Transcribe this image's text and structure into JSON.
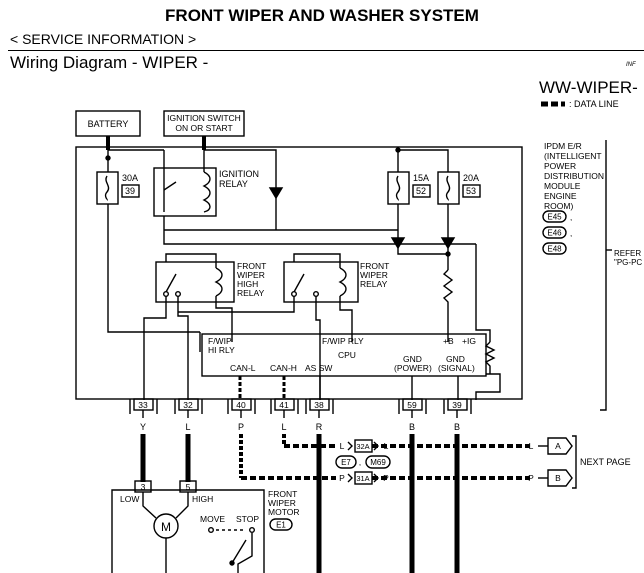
{
  "header": {
    "title": "FRONT WIPER AND WASHER SYSTEM",
    "section": "< SERVICE INFORMATION >",
    "diagram_title": "Wiring Diagram - WIPER -",
    "info_code": "INF",
    "diagram_code": "WW-WIPER-",
    "data_line_label": ": DATA LINE"
  },
  "power": {
    "battery": "BATTERY",
    "ignition_line1": "IGNITION SWITCH",
    "ignition_line2": "ON OR START"
  },
  "fuses": [
    {
      "amp": "30A",
      "num": "39"
    },
    {
      "amp": "15A",
      "num": "52"
    },
    {
      "amp": "20A",
      "num": "53"
    }
  ],
  "relays": {
    "ignition": [
      "IGNITION",
      "RELAY"
    ],
    "high": [
      "FRONT",
      "WIPER",
      "HIGH",
      "RELAY"
    ],
    "wiper": [
      "FRONT",
      "WIPER",
      "RELAY"
    ]
  },
  "ipdm": {
    "lines": [
      "IPDM E/R",
      "(INTELLIGENT",
      "POWER",
      "DISTRIBUTION",
      "MODULE",
      "ENGINE",
      "ROOM)"
    ],
    "connectors": [
      "E45",
      "E46",
      "E48"
    ],
    "separator": ","
  },
  "refer": [
    "REFER",
    "\"PG-PC"
  ],
  "cpu": {
    "fwip_hi_1": "F/WIP",
    "fwip_hi_2": "HI RLY",
    "fwip_rly": "F/WIP RLY",
    "cpu": "CPU",
    "plus_b": "+B",
    "plus_ig": "+IG",
    "can_l": "CAN-L",
    "can_h": "CAN-H",
    "as_sw": "AS SW",
    "gnd1": "GND",
    "gnd1_sub": "(POWER)",
    "gnd2": "GND",
    "gnd2_sub": "(SIGNAL)"
  },
  "terminals": [
    "33",
    "32",
    "40",
    "41",
    "38",
    "59",
    "39"
  ],
  "wire_colors": [
    "Y",
    "L",
    "P",
    "L",
    "R",
    "B",
    "B"
  ],
  "can_rows": [
    {
      "c1": "L",
      "conn": "32A",
      "c2": "L",
      "dest": "A"
    },
    {
      "c1": "P",
      "conn": "31A",
      "c2": "P",
      "dest": "B"
    }
  ],
  "connector_labels": [
    "E7",
    "M69"
  ],
  "next_page": "NEXT PAGE",
  "motor": {
    "pin_a": "3",
    "pin_b": "5",
    "low": "LOW",
    "high": "HIGH",
    "symbol": "M",
    "move": "MOVE",
    "stop": "STOP",
    "label": [
      "FRONT",
      "WIPER",
      "MOTOR"
    ],
    "conn": "E1"
  }
}
